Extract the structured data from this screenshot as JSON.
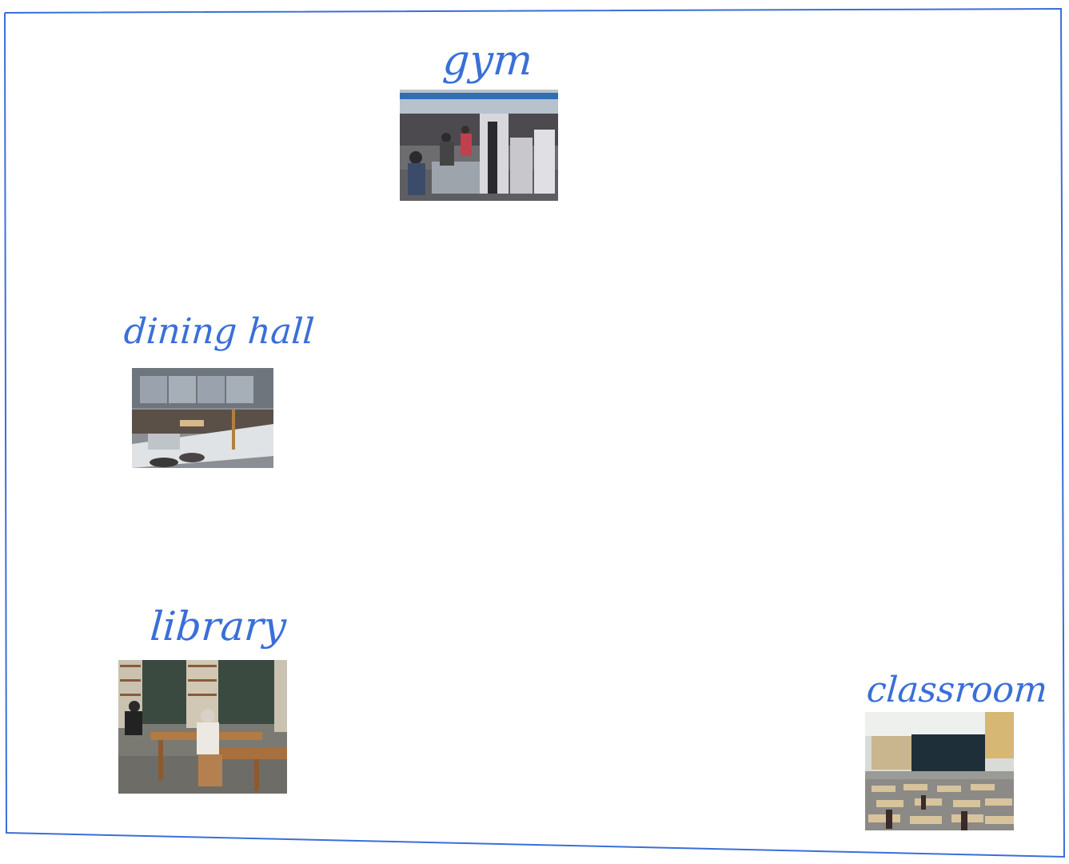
{
  "frame": {
    "stroke_color": "#3a6fd8"
  },
  "places": {
    "gym": {
      "label": "gym",
      "icon": "gym-photo"
    },
    "dining_hall": {
      "label": "dining hall",
      "icon": "dining-hall-photo"
    },
    "library": {
      "label": "library",
      "icon": "library-photo"
    },
    "classroom": {
      "label": "classroom",
      "icon": "classroom-photo"
    }
  }
}
